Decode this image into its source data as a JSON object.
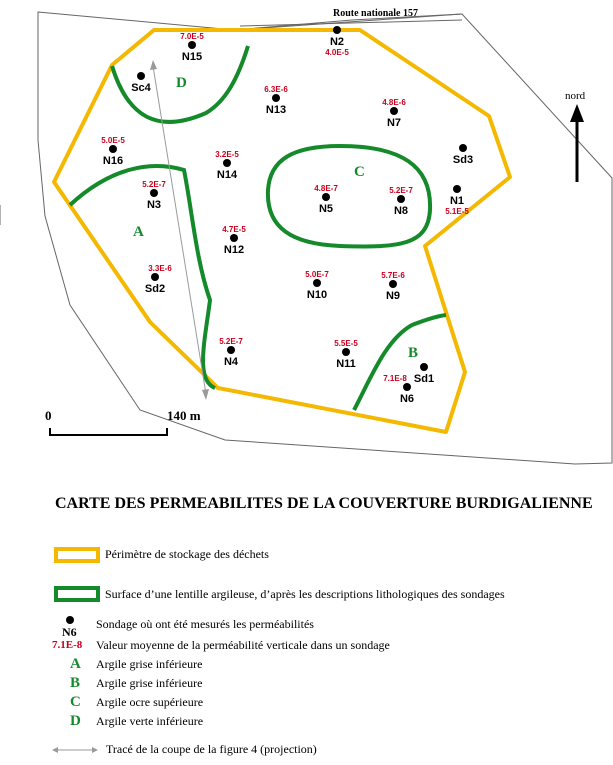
{
  "map": {
    "road_label": "Route nationale 157",
    "north_label": "nord",
    "scale": {
      "start": "0",
      "end": "140 m"
    },
    "zones": [
      {
        "letter": "A"
      },
      {
        "letter": "B"
      },
      {
        "letter": "C"
      },
      {
        "letter": "D"
      }
    ],
    "boreholes": [
      {
        "name": "N15",
        "value": "7.0E-5"
      },
      {
        "name": "N2",
        "value": "4.0E-5"
      },
      {
        "name": "Sc4",
        "value": ""
      },
      {
        "name": "N13",
        "value": "6.3E-6"
      },
      {
        "name": "N7",
        "value": "4.8E-6"
      },
      {
        "name": "N16",
        "value": "5.0E-5"
      },
      {
        "name": "N14",
        "value": "3.2E-5"
      },
      {
        "name": "Sd3",
        "value": ""
      },
      {
        "name": "N3",
        "value": "5.2E-7"
      },
      {
        "name": "N5",
        "value": "4.8E-7"
      },
      {
        "name": "N8",
        "value": "5.2E-7"
      },
      {
        "name": "N1",
        "value": "5.1E-5"
      },
      {
        "name": "N12",
        "value": "4.7E-5"
      },
      {
        "name": "Sd2",
        "value": "3.3E-6"
      },
      {
        "name": "N10",
        "value": "5.0E-7"
      },
      {
        "name": "N9",
        "value": "5.7E-6"
      },
      {
        "name": "N4",
        "value": "5.2E-7"
      },
      {
        "name": "N11",
        "value": "5.5E-5"
      },
      {
        "name": "Sd1",
        "value": ""
      },
      {
        "name": "N6",
        "value": "7.1E-8"
      }
    ]
  },
  "title": "CARTE DES PERMEABILITES DE LA COUVERTURE BURDIGALIENNE",
  "legend": {
    "perimeter": "Périmètre de stockage des déchets",
    "lens": "Surface d’une lentille argileuse, d’après les descriptions lithologiques des sondages",
    "borehole_symbol_label": "N6",
    "borehole": "Sondage où ont été mesurés les perméabilités",
    "value_example": "7.1E-8",
    "value": "Valeur moyenne de la perméabilité verticale dans un sondage",
    "clays": [
      {
        "letter": "A",
        "text": "Argile grise inférieure"
      },
      {
        "letter": "B",
        "text": "Argile grise inférieure"
      },
      {
        "letter": "C",
        "text": "Argile ocre supérieure"
      },
      {
        "letter": "D",
        "text": "Argile verte inférieure"
      }
    ],
    "section_line": "Tracé de la coupe de la figure 4 (projection)"
  },
  "colors": {
    "perimeter": "#f5b800",
    "lens": "#148a2a",
    "value": "#c8001e",
    "text": "#000000"
  }
}
